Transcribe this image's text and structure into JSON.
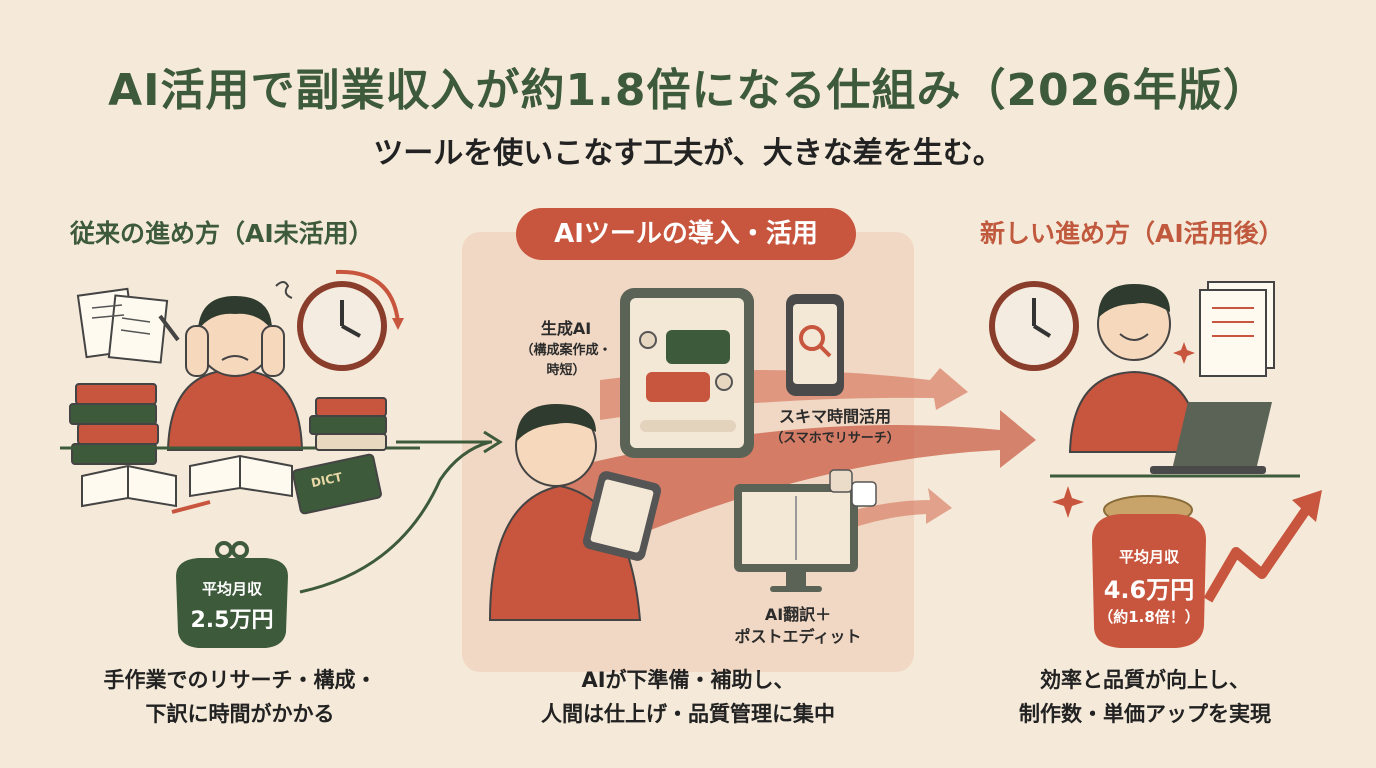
{
  "title": "AI活用で副業収入が約1.8倍になる仕組み（2026年版）",
  "subtitle": "ツールを使いこなす工夫が、大きな差を生む。",
  "left": {
    "heading": "従来の進め方（AI未活用）",
    "income_label": "平均月収",
    "income_value": "2.5万円",
    "book_spine": "DICT",
    "description_line1": "手作業でのリサーチ・構成・",
    "description_line2": "下訳に時間がかかる"
  },
  "center": {
    "heading": "AIツールの導入・活用",
    "gen_ai_label": "生成AI",
    "gen_ai_sub1": "（構成案作成・",
    "gen_ai_sub2": "時短）",
    "spare_time_label": "スキマ時間活用",
    "spare_time_sub": "（スマホでリサーチ）",
    "translate_label1": "AI翻訳＋",
    "translate_label2": "ポストエディット",
    "description_line1": "AIが下準備・補助し、",
    "description_line2": "人間は仕上げ・品質管理に集中"
  },
  "right": {
    "heading": "新しい進め方（AI活用後）",
    "income_label": "平均月収",
    "income_value": "4.6万円",
    "income_note": "（約1.8倍！）",
    "description_line1": "効率と品質が向上し、",
    "description_line2": "制作数・単価アップを実現"
  },
  "colors": {
    "background": "#f5ead9",
    "green": "#3d5a3a",
    "terracotta": "#c8553d",
    "panel": "#f0d5bf"
  }
}
